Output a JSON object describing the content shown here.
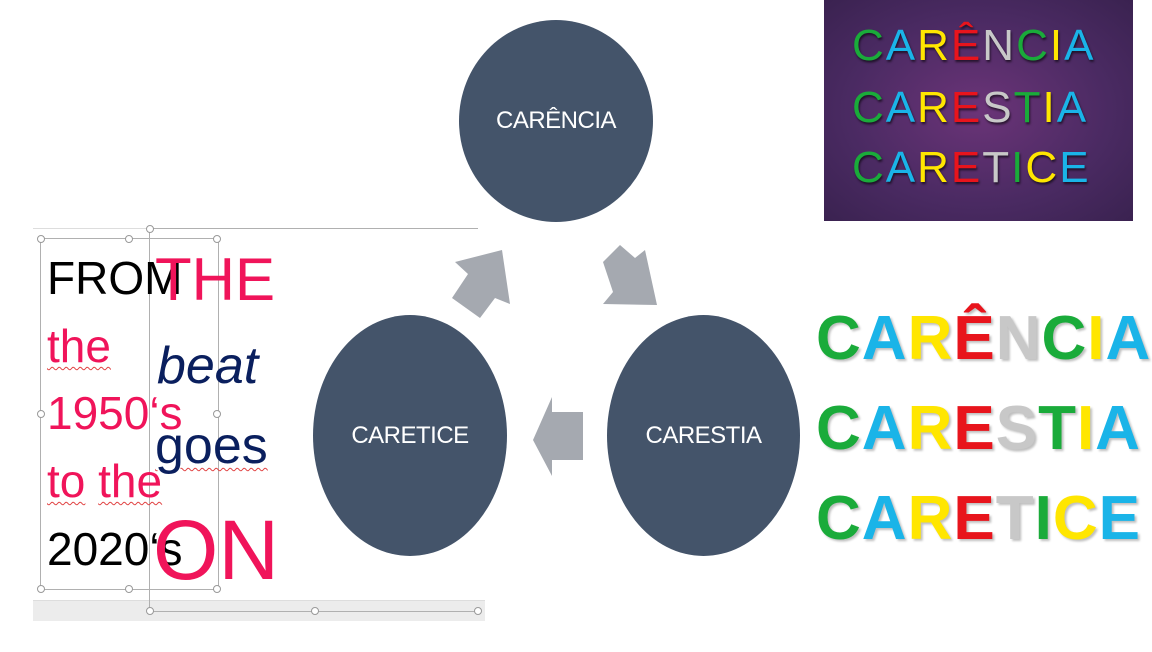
{
  "palette": {
    "green": "#1aab3a",
    "cyan": "#1ab4e8",
    "yellow": "#ffe600",
    "red": "#e8141c",
    "gray": "#c8c8c8",
    "circle": "#44546a",
    "arrow": "#a5a9b0",
    "pink": "#f0145a",
    "navy": "#0a1f5e"
  },
  "cycle": {
    "top": "CARÊNCIA",
    "right": "CARESTIA",
    "left": "CARETICE"
  },
  "words": [
    {
      "text": "CARÊNCIA",
      "colors": [
        "green",
        "cyan",
        "yellow",
        "red",
        "gray",
        "green",
        "yellow",
        "cyan"
      ]
    },
    {
      "text": "CARESTIA",
      "colors": [
        "green",
        "cyan",
        "yellow",
        "red",
        "gray",
        "green",
        "yellow",
        "cyan"
      ]
    },
    {
      "text": "CARETICE",
      "colors": [
        "green",
        "cyan",
        "yellow",
        "red",
        "gray",
        "green",
        "yellow",
        "cyan"
      ]
    }
  ],
  "left_text": {
    "from": "FROM",
    "the": "the",
    "y1950": "1950‘s",
    "to": "to",
    "the2": "the",
    "y2020": "2020‘s"
  },
  "right_text": {
    "the": "THE",
    "beat": "beat",
    "goes": "goes",
    "on": "ON"
  }
}
